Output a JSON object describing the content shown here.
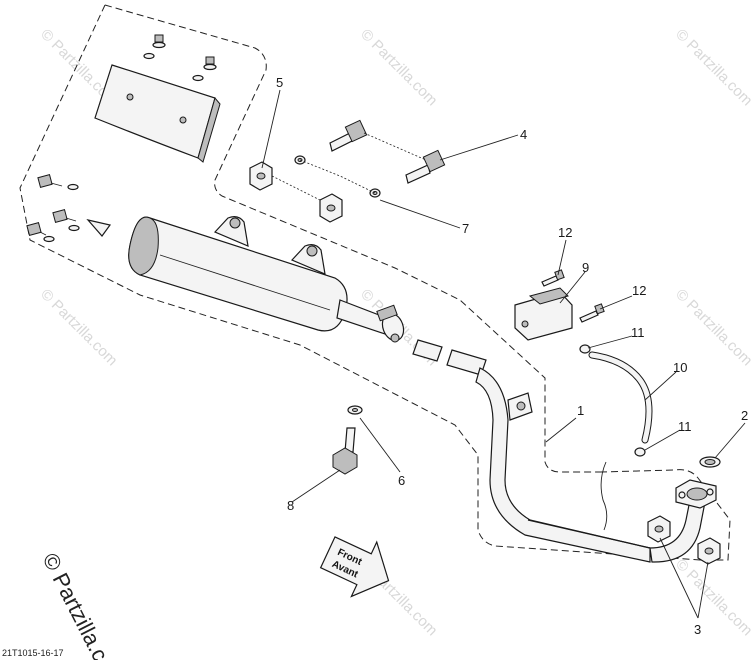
{
  "diagram_code": "21T1015-16-17",
  "watermark": "© Partzilla.com",
  "front_arrow": {
    "line1": "Front",
    "line2": "Avant"
  },
  "callouts": [
    {
      "id": "c1",
      "label": "1"
    },
    {
      "id": "c2",
      "label": "2"
    },
    {
      "id": "c3",
      "label": "3"
    },
    {
      "id": "c4",
      "label": "4"
    },
    {
      "id": "c5",
      "label": "5"
    },
    {
      "id": "c6",
      "label": "6"
    },
    {
      "id": "c7",
      "label": "7"
    },
    {
      "id": "c8",
      "label": "8"
    },
    {
      "id": "c9",
      "label": "9"
    },
    {
      "id": "c10",
      "label": "10"
    },
    {
      "id": "c11a",
      "label": "11"
    },
    {
      "id": "c11b",
      "label": "11"
    },
    {
      "id": "c12a",
      "label": "12"
    },
    {
      "id": "c12b",
      "label": "12"
    }
  ]
}
